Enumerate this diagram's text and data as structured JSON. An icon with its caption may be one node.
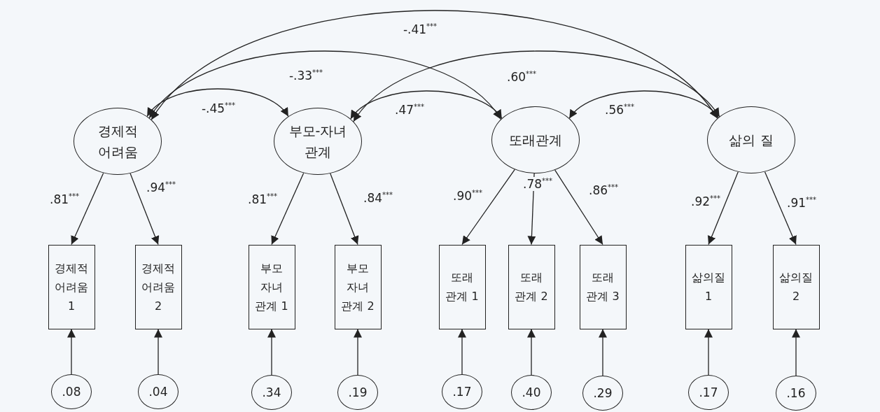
{
  "diagram": {
    "nodes": [
      {
        "text": [
          "경제적 어려움"
        ]
      },
      {
        "text": [
          "부모-자녀 관계"
        ]
      },
      {
        "text": [
          "또래관계"
        ]
      },
      {
        "text": [
          "삶의 질"
        ]
      },
      {
        "text": [
          "경제적 어려움 1"
        ]
      },
      {
        "text": [
          "경제적 어려움 2"
        ]
      },
      {
        "text": [
          "부모 자녀 관계 1"
        ]
      },
      {
        "text": [
          "부모 자녀 관계 2"
        ]
      },
      {
        "text": [
          "또래 관계 1"
        ]
      },
      {
        "text": [
          "또래 관계 2"
        ]
      },
      {
        "text": [
          "또래 관계 3"
        ]
      },
      {
        "text": [
          "삶의질 1"
        ]
      },
      {
        "text": [
          "삶의질 2"
        ]
      },
      {
        "text": [
          ".08"
        ]
      },
      {
        "text": [
          ".04"
        ]
      },
      {
        "text": [
          ".34"
        ]
      },
      {
        "text": [
          ".19"
        ]
      },
      {
        "text": [
          ".17"
        ]
      },
      {
        "text": [
          ".40"
        ]
      },
      {
        "text": [
          ".29"
        ]
      },
      {
        "text": [
          ".17"
        ]
      },
      {
        "text": [
          ".16"
        ]
      }
    ],
    "edges": [
      {
        "from": 0,
        "to": 3,
        "arrow": "both",
        "label": "-.41$^{***}$"
      },
      {
        "from": 0,
        "to": 2,
        "arrow": "both",
        "label": "-.33$^{***}$"
      },
      {
        "from": 0,
        "to": 1,
        "arrow": "both",
        "label": "-.45$^{***}$"
      },
      {
        "from": 1,
        "to": 3,
        "arrow": "both",
        "label": ".60$^{***}$"
      },
      {
        "from": 1,
        "to": 2,
        "arrow": "both",
        "label": ".47$^{***}$"
      },
      {
        "from": 2,
        "to": 3,
        "arrow": "both",
        "label": ".56$^{***}$"
      },
      {
        "from": 0,
        "to": 4,
        "arrow": "to",
        "label": ".81$^{***}$"
      },
      {
        "from": 0,
        "to": 5,
        "arrow": "to",
        "label": ".94$^{***}$"
      },
      {
        "from": 1,
        "to": 6,
        "arrow": "to",
        "label": ".81$^{***}$"
      },
      {
        "from": 1,
        "to": 7,
        "arrow": "to",
        "label": ".84$^{***}$"
      },
      {
        "from": 2,
        "to": 8,
        "arrow": "to",
        "label": ".90$^{***}$"
      },
      {
        "from": 2,
        "to": 9,
        "arrow": "to",
        "label": ".78$^{***}$"
      },
      {
        "from": 2,
        "to": 10,
        "arrow": "to",
        "label": ".86$^{***}$"
      },
      {
        "from": 3,
        "to": 11,
        "arrow": "to",
        "label": ".92$^{***}$"
      },
      {
        "from": 3,
        "to": 12,
        "arrow": "to",
        "label": ".91$^{***}$"
      },
      {
        "from": 13,
        "to": 4,
        "arrow": "to"
      },
      {
        "from": 14,
        "to": 5,
        "arrow": "to"
      },
      {
        "from": 15,
        "to": 6,
        "arrow": "to"
      },
      {
        "from": 16,
        "to": 7,
        "arrow": "to"
      },
      {
        "from": 17,
        "to": 8,
        "arrow": "to"
      },
      {
        "from": 18,
        "to": 9,
        "arrow": "to"
      },
      {
        "from": 19,
        "to": 10,
        "arrow": "to"
      },
      {
        "from": 20,
        "to": 11,
        "arrow": "to"
      },
      {
        "from": 21,
        "to": 12,
        "arrow": "to"
      }
    ]
  }
}
